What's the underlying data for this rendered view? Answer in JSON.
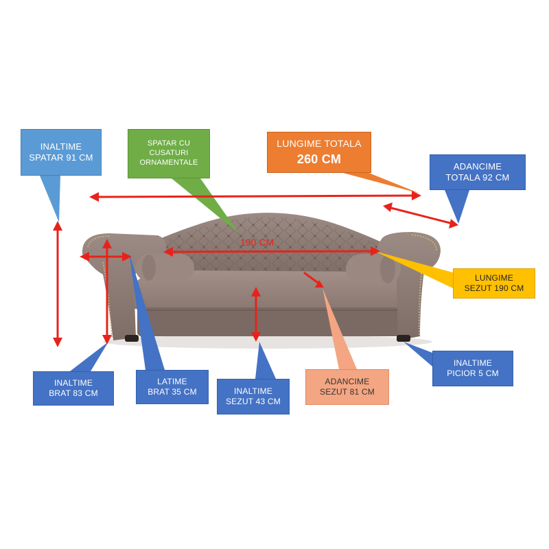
{
  "colors": {
    "arrow": "#e8221b",
    "callout_blue": "#4472c4",
    "callout_light_blue": "#5b9bd5",
    "callout_green": "#70ad47",
    "callout_orange": "#ed7d31",
    "callout_yellow": "#ffc000",
    "callout_salmon": "#f4a582",
    "sofa": "#8b7b74"
  },
  "labels": {
    "inaltime_spatar": {
      "line1": "INALTIME",
      "line2": "SPATAR 91 CM"
    },
    "spatar_cusaturi": {
      "line1": "SPATAR CU",
      "line2": "CUSATURI",
      "line3": "ORNAMENTALE"
    },
    "lungime_totala": {
      "line1": "LUNGIME TOTALA",
      "line2": "260 CM"
    },
    "adancime_totala": {
      "line1": "ADANCIME",
      "line2": "TOTALA 92 CM"
    },
    "lungime_sezut": {
      "line1": "LUNGIME",
      "line2": "SEZUT 190 CM"
    },
    "inaltime_brat": {
      "line1": "INALTIME",
      "line2": "BRAT 83 CM"
    },
    "latime_brat": {
      "line1": "LATIME",
      "line2": "BRAT 35 CM"
    },
    "inaltime_sezut": {
      "line1": "INALTIME",
      "line2": "SEZUT 43 CM"
    },
    "adancime_sezut": {
      "line1": "ADANCIME",
      "line2": "SEZUT 81 CM"
    },
    "inaltime_picior": {
      "line1": "INALTIME",
      "line2": "PICIOR 5 CM"
    },
    "dimension_190": "190 CM"
  }
}
